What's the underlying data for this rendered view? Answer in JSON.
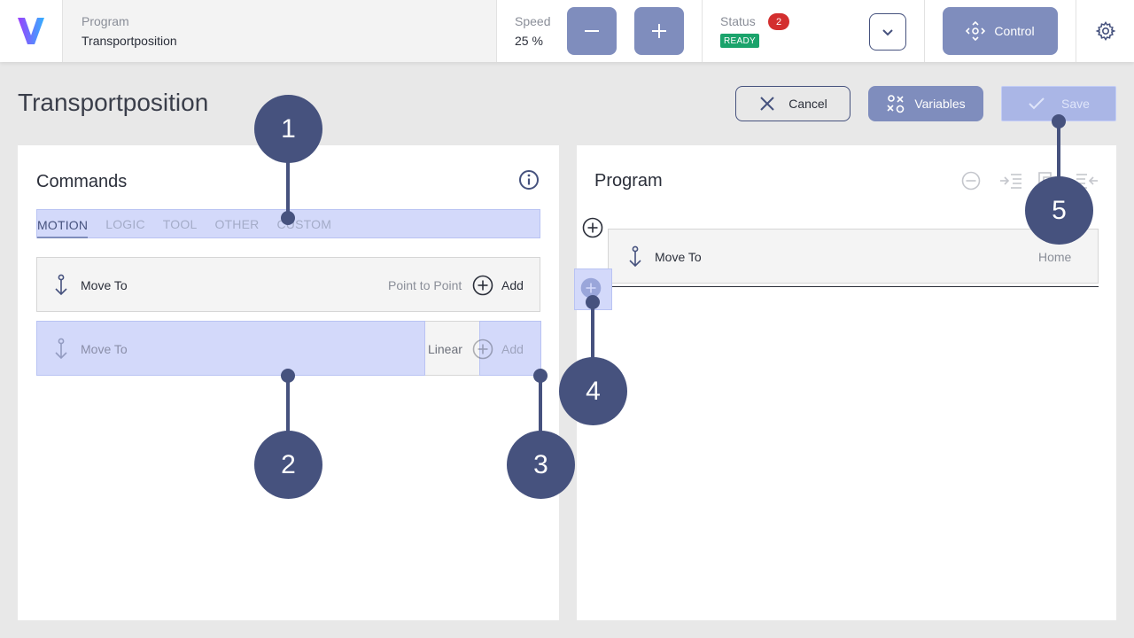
{
  "topbar": {
    "program_label": "Program",
    "program_value": "Transportposition",
    "speed_label": "Speed",
    "speed_value": "25 %",
    "status_label": "Status",
    "status_count": "2",
    "status_badge": "READY",
    "control_label": "Control",
    "colors": {
      "logo_from": "#8a3ffc",
      "logo_to": "#33b1ff",
      "button": "#7f8dbd",
      "ready": "#1aa36b",
      "alert": "#d32f2f"
    }
  },
  "header": {
    "title": "Transportposition",
    "cancel_label": "Cancel",
    "variables_label": "Variables",
    "save_label": "Save"
  },
  "commands": {
    "title": "Commands",
    "tabs": [
      "MOTION",
      "LOGIC",
      "TOOL",
      "OTHER",
      "CUSTOM"
    ],
    "active_tab": "MOTION",
    "rows": [
      {
        "name": "Move To",
        "kind": "Point to Point",
        "add": "Add"
      },
      {
        "name": "Move To",
        "kind": "Linear",
        "add": "Add"
      }
    ]
  },
  "program": {
    "title": "Program",
    "rows": [
      {
        "name": "Move To",
        "target": "Home"
      }
    ]
  },
  "callouts": [
    "1",
    "2",
    "3",
    "4",
    "5"
  ],
  "icons": [
    "logo-v-icon",
    "minus-icon",
    "plus-icon",
    "chevron-down-icon",
    "move-arrows-icon",
    "gear-icon",
    "close-icon",
    "variables-icon",
    "check-icon",
    "info-icon",
    "anchor-icon",
    "add-circle-icon",
    "remove-circle-icon",
    "indent-icon",
    "copy-icon",
    "outdent-icon"
  ]
}
